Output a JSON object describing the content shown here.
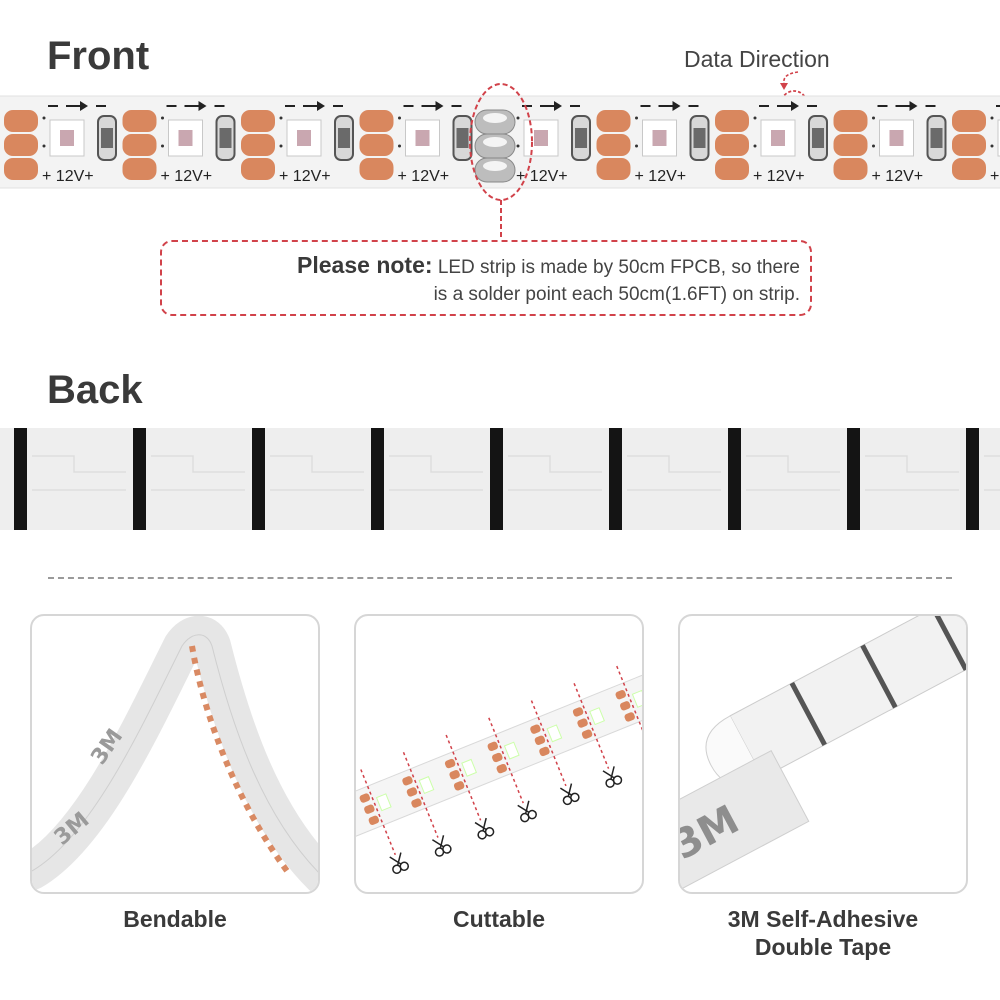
{
  "front": {
    "title": "Front",
    "data_direction_label": "Data Direction",
    "segment_label": "+ 12V+"
  },
  "note": {
    "label": "Please note:",
    "line1": "LED strip is made by 50cm FPCB, so there",
    "line2": "is a solder point each 50cm(1.6FT) on strip."
  },
  "back": {
    "title": "Back"
  },
  "features": [
    {
      "caption": "Bendable"
    },
    {
      "caption": "Cuttable"
    },
    {
      "caption_line1": "3M Self-Adhesive",
      "caption_line2": "Double Tape"
    }
  ],
  "colors": {
    "accent_red": "#d1424a",
    "pad_copper": "#d9875e",
    "strip_white": "#f4f4f4",
    "text_dark": "#3a3a3a"
  }
}
